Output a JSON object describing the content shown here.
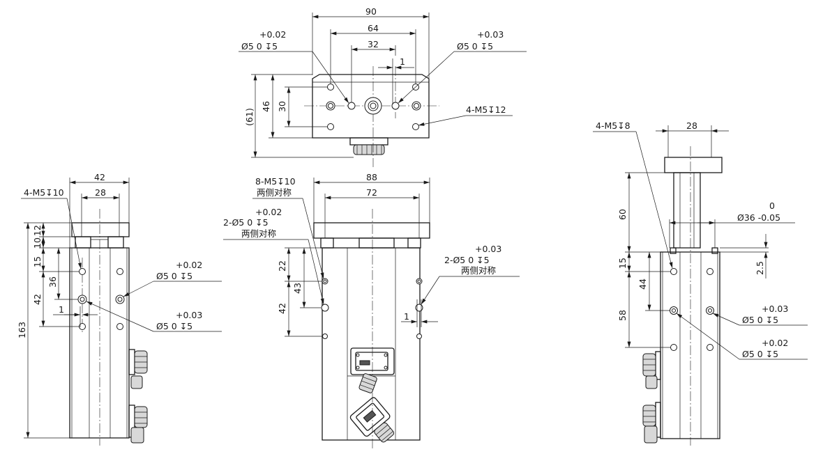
{
  "top_view": {
    "dim_overall": "90",
    "dim_holes": "64",
    "dim_center": "32",
    "dim_offset": "1",
    "dim_height_total": "(61)",
    "dim_height": "46",
    "dim_height_holes": "30",
    "tol_left_upper": "+0.02",
    "tol_left_main": "Ø5  0  ↧5",
    "tol_right_upper": "+0.03",
    "tol_right_main": "Ø5  0  ↧5",
    "thread_note": "4-M5↧12"
  },
  "left_view": {
    "thread_note": "4-M5↧10",
    "dim_width": "42",
    "dim_inner": "28",
    "dim_12": "12",
    "dim_10": "10",
    "dim_15": "15",
    "dim_36": "36",
    "dim_42": "42",
    "dim_163": "163",
    "dim_1": "1",
    "tol_upper_1": "+0.02",
    "tol_main_1": "Ø5  0  ↧5",
    "tol_upper_2": "+0.03",
    "tol_main_2": "Ø5  0  ↧5"
  },
  "front_view": {
    "dim_width": "88",
    "dim_inner": "72",
    "thread_note": "8-M5↧10",
    "sym_note_1": "两侧对称",
    "tol_left_upper": "+0.02",
    "tol_left_main": "2-Ø5  0  ↧5",
    "sym_note_2": "两侧对称",
    "tol_right_upper": "+0.03",
    "tol_right_main": "2-Ø5  0  ↧5",
    "sym_note_3": "两侧对称",
    "dim_22": "22",
    "dim_43": "43",
    "dim_42": "42",
    "dim_1": "1"
  },
  "right_view": {
    "thread_note": "4-M5↧8",
    "dim_28": "28",
    "dim_60": "60",
    "tol_upper_diameter": "0",
    "tol_main_diameter": "Ø36 -0.05",
    "dim_2_5": "2.5",
    "dim_15": "15",
    "dim_44": "44",
    "dim_58": "58",
    "tol_upper_1": "+0.03",
    "tol_main_1": "Ø5  0  ↧5",
    "tol_upper_2": "+0.02",
    "tol_main_2": "Ø5  0  ↧5"
  }
}
